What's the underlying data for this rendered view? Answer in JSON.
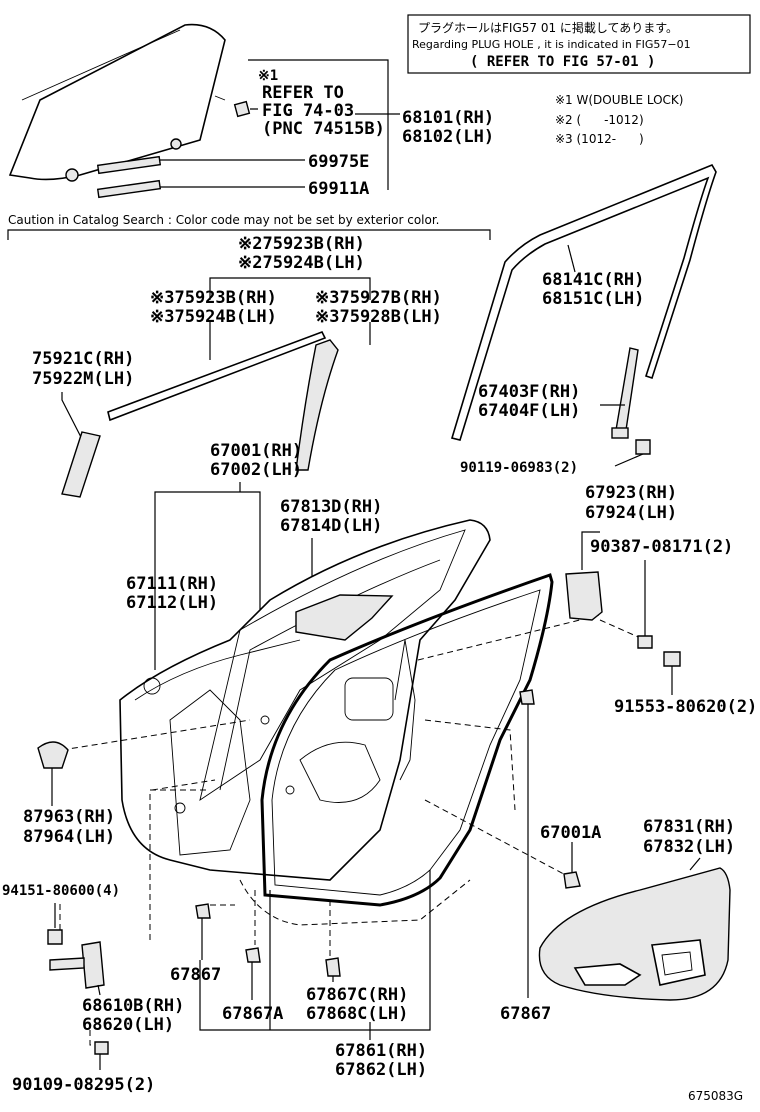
{
  "notice": {
    "line1": "プラグホールはFIG57 01 に掲載してあります。",
    "line2": "Regarding PLUG HOLE , it is indicated in FIG57−01",
    "line3": "( REFER TO FIG 57-01 )"
  },
  "legend": {
    "n1": "※1 W(DOUBLE LOCK)",
    "n2": "※2 (      -1012)",
    "n3": "※3 (1012-      )"
  },
  "caution": "Caution in Catalog Search : Color code may not be set by exterior color.",
  "refer": {
    "mark": "※1",
    "l1": "REFER TO",
    "l2": "FIG 74-03",
    "l3": "(PNC 74515B)"
  },
  "labels": {
    "p68101": "68101(RH)",
    "p68102": "68102(LH)",
    "p69975": "69975E",
    "p69911": "69911A",
    "p75923b_rh2": "※275923B(RH)",
    "p75924b_lh2": "※275924B(LH)",
    "p75923b_rh3": "※375923B(RH)",
    "p75924b_lh3": "※375924B(LH)",
    "p75927b": "※375927B(RH)",
    "p75928b": "※375928B(LH)",
    "p75921c": "75921C(RH)",
    "p75922m": "75922M(LH)",
    "p68141c": "68141C(RH)",
    "p68151c": "68151C(LH)",
    "p67403f": "67403F(RH)",
    "p67404f": "67404F(LH)",
    "p90119": "90119-06983(2)",
    "p67001": "67001(RH)",
    "p67002": "67002(LH)",
    "p67813d": "67813D(RH)",
    "p67814d": "67814D(LH)",
    "p67923": "67923(RH)",
    "p67924": "67924(LH)",
    "p90387": "90387-08171(2)",
    "p67111": "67111(RH)",
    "p67112": "67112(LH)",
    "p91553": "91553-80620(2)",
    "p87963": "87963(RH)",
    "p87964": "87964(LH)",
    "p67001a": "67001A",
    "p67831": "67831(RH)",
    "p67832": "67832(LH)",
    "p94151": "94151-80600(4)",
    "p67867_l": "67867",
    "p68610b": "68610B(RH)",
    "p68620": "68620(LH)",
    "p67867a": "67867A",
    "p67867c": "67867C(RH)",
    "p67868c": "67868C(LH)",
    "p67867_r": "67867",
    "p67861": "67861(RH)",
    "p67862": "67862(LH)",
    "p90109": "90109-08295(2)"
  },
  "figure_id": "675083G"
}
